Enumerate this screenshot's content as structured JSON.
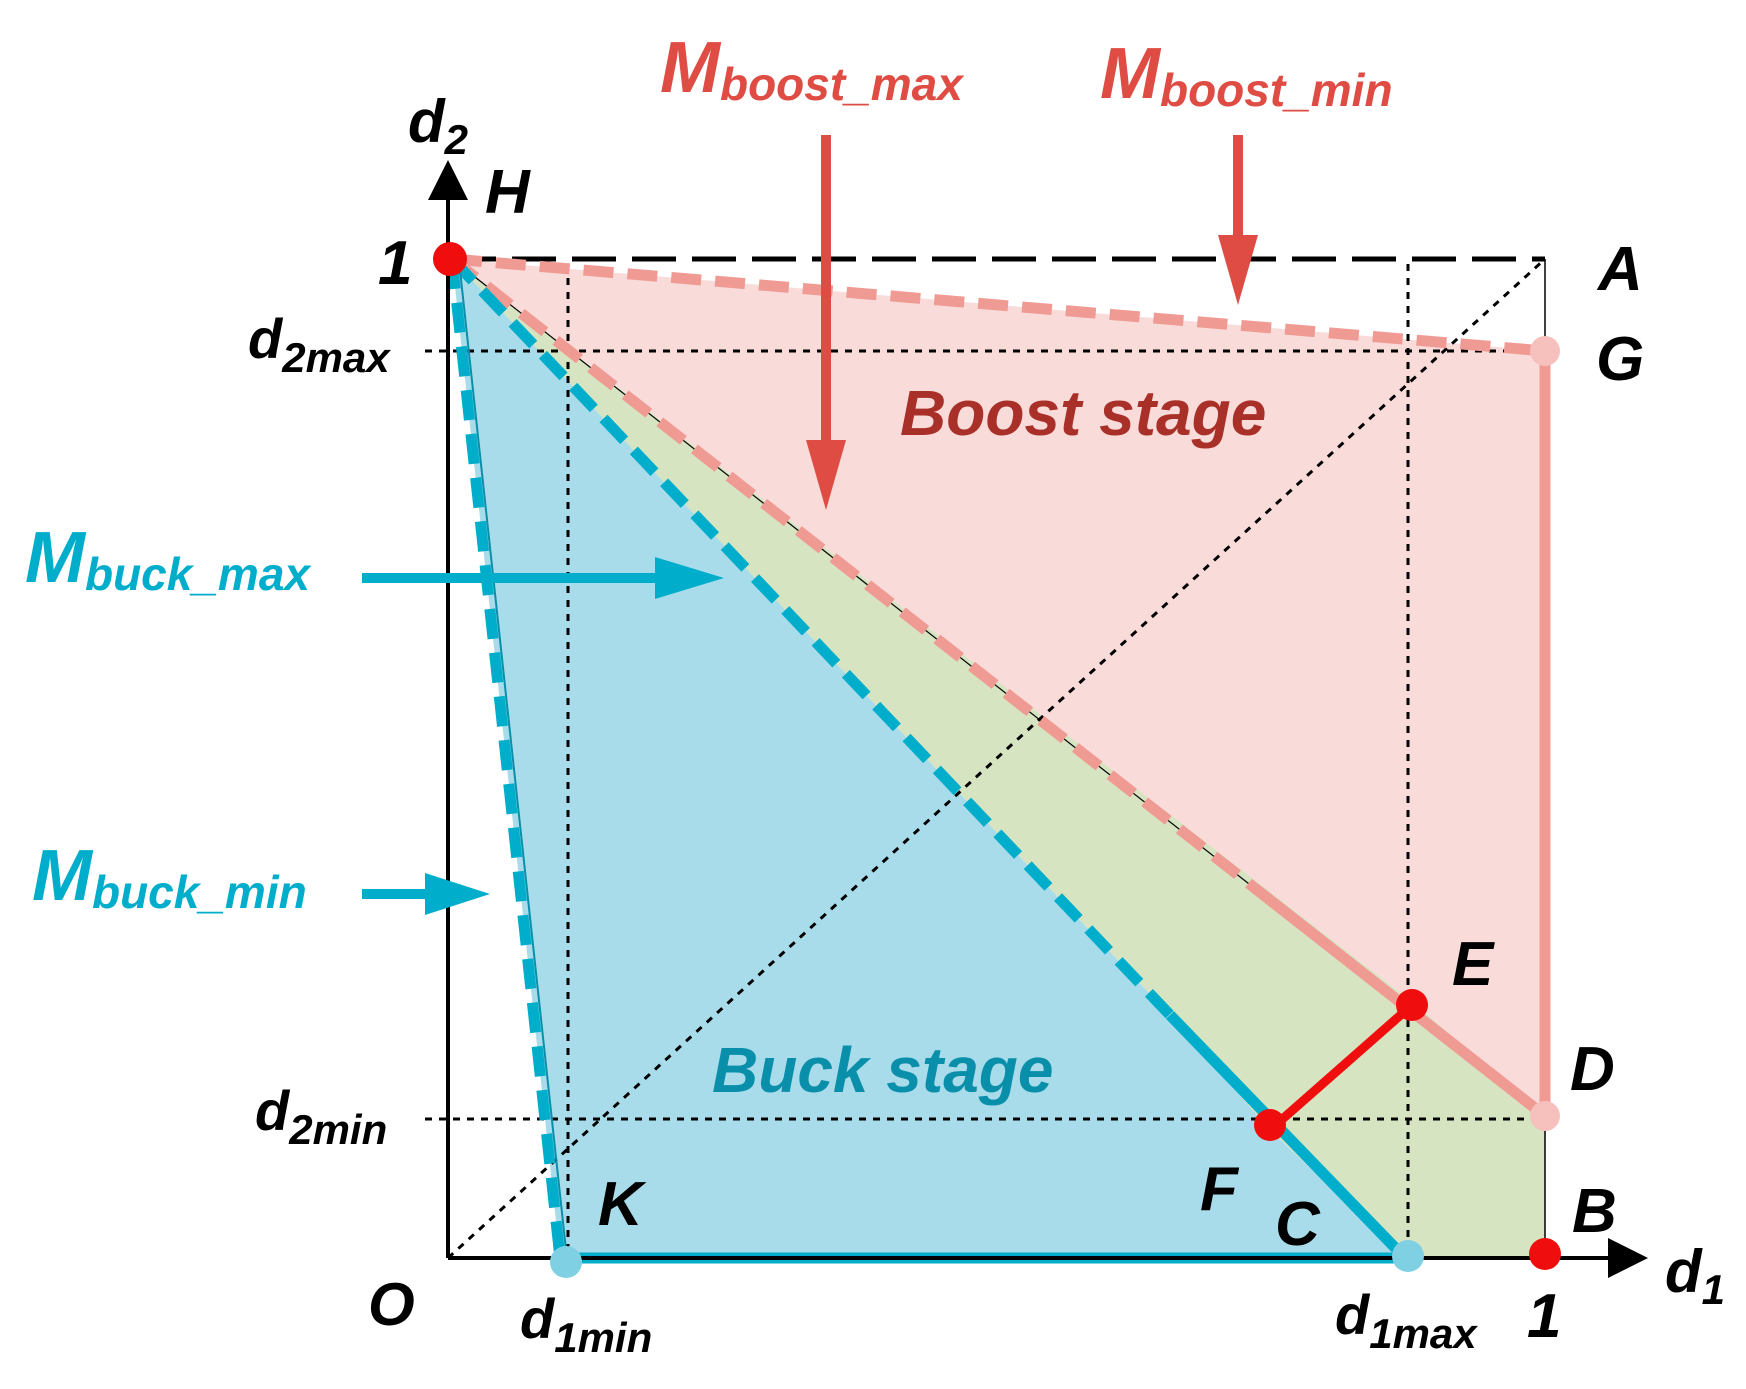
{
  "colors": {
    "boost": "#df4c43",
    "boost_light": "#f09a94",
    "boost_fill": "#f9dcda",
    "buck": "#00aecb",
    "buck_dark": "#0a8fab",
    "buck_fill": "#a9dcea",
    "overlap_fill": "#d6e4c1",
    "point": "#f00d0d",
    "point_light_red": "#f6c0bc",
    "point_light_blue": "#7fd0e2",
    "axis": "#000000",
    "boost_stage_text": "#a93028"
  },
  "axes": {
    "x_name": "d",
    "x_sub": "1",
    "y_name": "d",
    "y_sub": "2",
    "origin": "O",
    "one_x": "1",
    "one_y": "1"
  },
  "ticks": {
    "d1min": {
      "main": "d",
      "sub": "1min"
    },
    "d1max": {
      "main": "d",
      "sub": "1max"
    },
    "d2min": {
      "main": "d",
      "sub": "2min"
    },
    "d2max": {
      "main": "d",
      "sub": "2max"
    }
  },
  "points": {
    "A": "A",
    "B": "B",
    "C": "C",
    "D": "D",
    "E": "E",
    "F": "F",
    "G": "G",
    "H": "H",
    "K": "K"
  },
  "regions": {
    "boost": "Boost stage",
    "buck": "Buck stage"
  },
  "curves": {
    "boost_max": {
      "main": "M",
      "sub": "boost_max"
    },
    "boost_min": {
      "main": "M",
      "sub": "boost_min"
    },
    "buck_max": {
      "main": "M",
      "sub": "buck_max"
    },
    "buck_min": {
      "main": "M",
      "sub": "buck_min"
    }
  }
}
